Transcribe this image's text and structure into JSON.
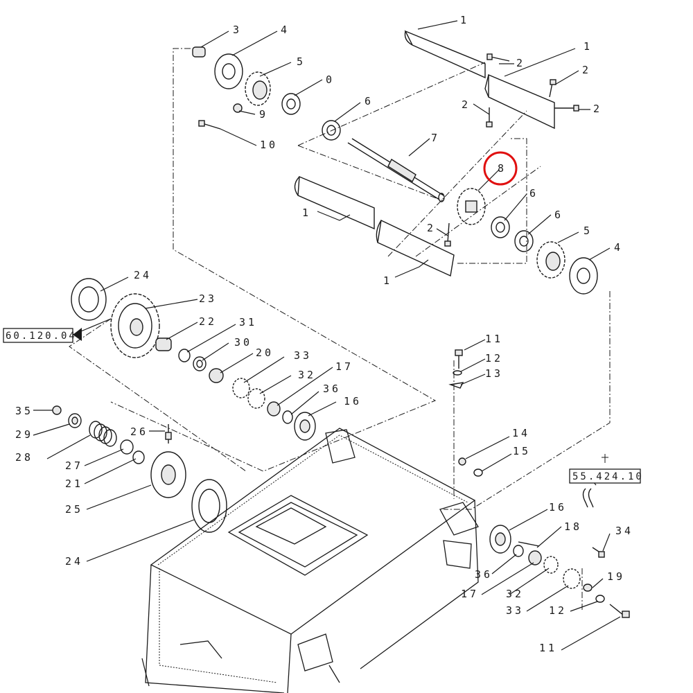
{
  "callouts": {
    "c1a": "1",
    "c2a": "2",
    "c1b": "1",
    "c2b": "2",
    "c2c": "2",
    "c2d": "2",
    "c3": "3",
    "c4a": "4",
    "c5a": "5",
    "c0": "0",
    "c6a": "6",
    "c9": "9",
    "c10": "10",
    "c7": "7",
    "c8": "8",
    "c1c": "1",
    "c2e": "2",
    "c6b": "6",
    "c6c": "6",
    "c5b": "5",
    "c4b": "4",
    "c1d": "1",
    "c24a": "24",
    "c23": "23",
    "c22": "22",
    "c31": "31",
    "c30": "30",
    "c20": "20",
    "c33a": "33",
    "c32a": "32",
    "c17a": "17",
    "c36a": "36",
    "c16a": "16",
    "c35": "35",
    "c29": "29",
    "c28": "28",
    "c26": "26",
    "c27": "27",
    "c21": "21",
    "c25": "25",
    "c24b": "24",
    "c11a": "11",
    "c12a": "12",
    "c13": "13",
    "c14": "14",
    "c15": "15",
    "c16b": "16",
    "c18": "18",
    "c34": "34",
    "c19": "19",
    "c36b": "36",
    "c17b": "17",
    "c32b": "32",
    "c33b": "33",
    "c12b": "12",
    "c11b": "11"
  },
  "references": {
    "ref_left": "60.120.04",
    "ref_right": "55.424.10"
  },
  "highlight": {
    "item": "8",
    "color": "#e01010"
  }
}
